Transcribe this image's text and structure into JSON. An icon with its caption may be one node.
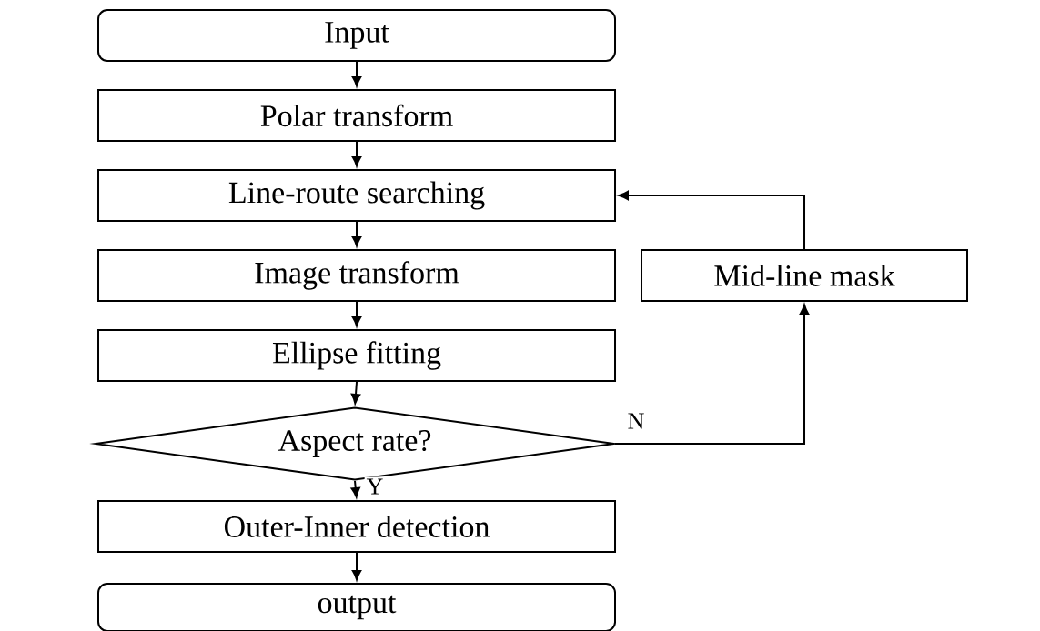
{
  "diagram": {
    "nodes": [
      {
        "text": [
          "Input"
        ]
      },
      {
        "text": [
          "Polar transform"
        ]
      },
      {
        "text": [
          "Line-route searching"
        ]
      },
      {
        "text": [
          "Image transform"
        ]
      },
      {
        "text": [
          "Ellipse fitting"
        ]
      },
      {
        "text": [
          "Aspect rate?"
        ]
      },
      {
        "text": [
          "Outer-Inner detection"
        ]
      },
      {
        "text": [
          "output"
        ]
      },
      {
        "text": [
          "Mid-line mask"
        ]
      }
    ],
    "edges": [
      {
        "from": 0,
        "to": 1,
        "arrow": "to"
      },
      {
        "from": 1,
        "to": 2,
        "arrow": "to"
      },
      {
        "from": 2,
        "to": 3,
        "arrow": "to"
      },
      {
        "from": 3,
        "to": 4,
        "arrow": "to"
      },
      {
        "from": 4,
        "to": 5,
        "arrow": "to"
      },
      {
        "from": 5,
        "to": 6,
        "label": "Y",
        "arrow": "to"
      },
      {
        "from": 6,
        "to": 7,
        "arrow": "to"
      },
      {
        "from": 5,
        "to": 8,
        "label": "N",
        "arrow": "to"
      },
      {
        "from": 8,
        "to": 2,
        "arrow": "to"
      }
    ]
  }
}
